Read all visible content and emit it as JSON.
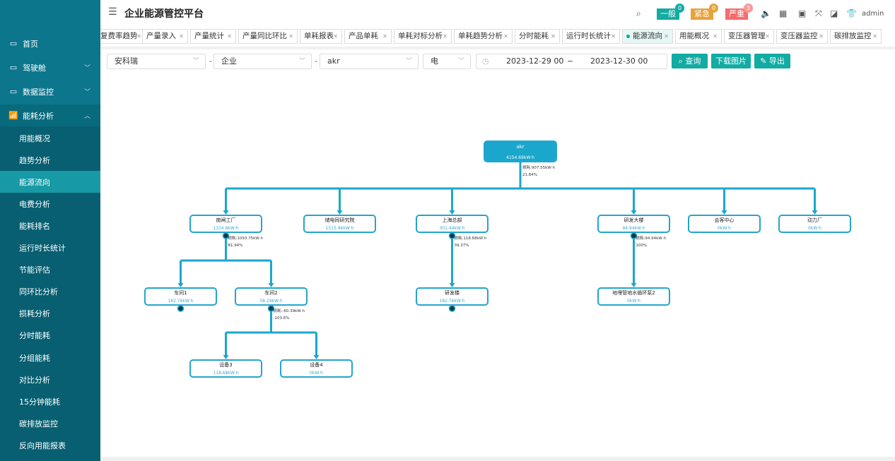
{
  "app": {
    "title": "企业能源管控平台",
    "user": "admin"
  },
  "header": {
    "badges": [
      {
        "label": "一般",
        "count": "0",
        "color": "#12aca3"
      },
      {
        "label": "紧急",
        "count": "0",
        "color": "#e6a23c"
      },
      {
        "label": "严重",
        "count": "3",
        "color": "#f56c6c"
      }
    ],
    "icons": [
      "search-icon",
      "mute-icon",
      "qrcode-icon",
      "screen-icon",
      "fullscreen-icon",
      "translate-icon",
      "theme-shirt-icon"
    ]
  },
  "sidebar": {
    "menus": [
      {
        "label": "首页",
        "icon": "monitor-icon"
      },
      {
        "label": "驾驶舱",
        "icon": "desktop-icon"
      },
      {
        "label": "数据监控",
        "icon": "monitor-icon"
      },
      {
        "label": "能耗分析",
        "icon": "chart-icon"
      }
    ],
    "subitems": [
      "用能概况",
      "趋势分析",
      "能源流向",
      "电费分析",
      "能耗排名",
      "运行时长统计",
      "节能评估",
      "同环比分析",
      "损耗分析",
      "分时能耗",
      "分组能耗",
      "对比分析",
      "15分钟能耗",
      "碳排放监控",
      "反向用能报表"
    ],
    "active": "能源流向"
  },
  "tabs": [
    "复费率趋势",
    "产量录入",
    "产量统计",
    "产量同比环比",
    "单耗报表",
    "产品单耗",
    "单耗对标分析",
    "单耗趋势分析",
    "分时能耗",
    "运行时长统计",
    "能源流向",
    "用能概况",
    "变压器管理",
    "变压器监控",
    "碳排放监控"
  ],
  "active_tab": "能源流向",
  "filters": {
    "company": "安科瑞",
    "type": "企业",
    "object": "akr",
    "energy": "电",
    "start": "2023-12-29 00",
    "sep": "~",
    "end": "2023-12-30 00"
  },
  "buttons": {
    "query": "查询",
    "download": "下载图片",
    "export": "导出"
  },
  "flow": {
    "nodes": [
      {
        "name": "akr",
        "value": "4154.69kW·h",
        "loss": "损耗:907.55kW·h",
        "pct": "21.84%"
      },
      {
        "name": "南闸工厂",
        "value": "1334.8kW·h",
        "loss": "损耗:1093.75kW·h",
        "pct": "81.94%"
      },
      {
        "name": "储电同研究院",
        "value": "1515.96kW·h"
      },
      {
        "name": "上海总部",
        "value": "301.44kW·h",
        "loss": "损耗:118.68kW·h",
        "pct": "39.37%"
      },
      {
        "name": "研发大楼",
        "value": "94.94kW·h",
        "loss": "损耗:94.94kW·h",
        "pct": "100%"
      },
      {
        "name": "会客中心",
        "value": "0kW·h"
      },
      {
        "name": "动力厂",
        "value": "0kW·h"
      },
      {
        "name": "车间1",
        "value": "182.76kW·h"
      },
      {
        "name": "车间2",
        "value": "58.29kW·h",
        "loss": "损耗:-60.39kW·h",
        "pct": "-103.6%"
      },
      {
        "name": "研发楼",
        "value": "182.76kW·h"
      },
      {
        "name": "地埋管地水循环泵2",
        "value": "0kW·h"
      },
      {
        "name": "设备3",
        "value": "118.68kW·h"
      },
      {
        "name": "设备4",
        "value": "0kW·h"
      }
    ],
    "line_color": "#1ba7cc"
  }
}
